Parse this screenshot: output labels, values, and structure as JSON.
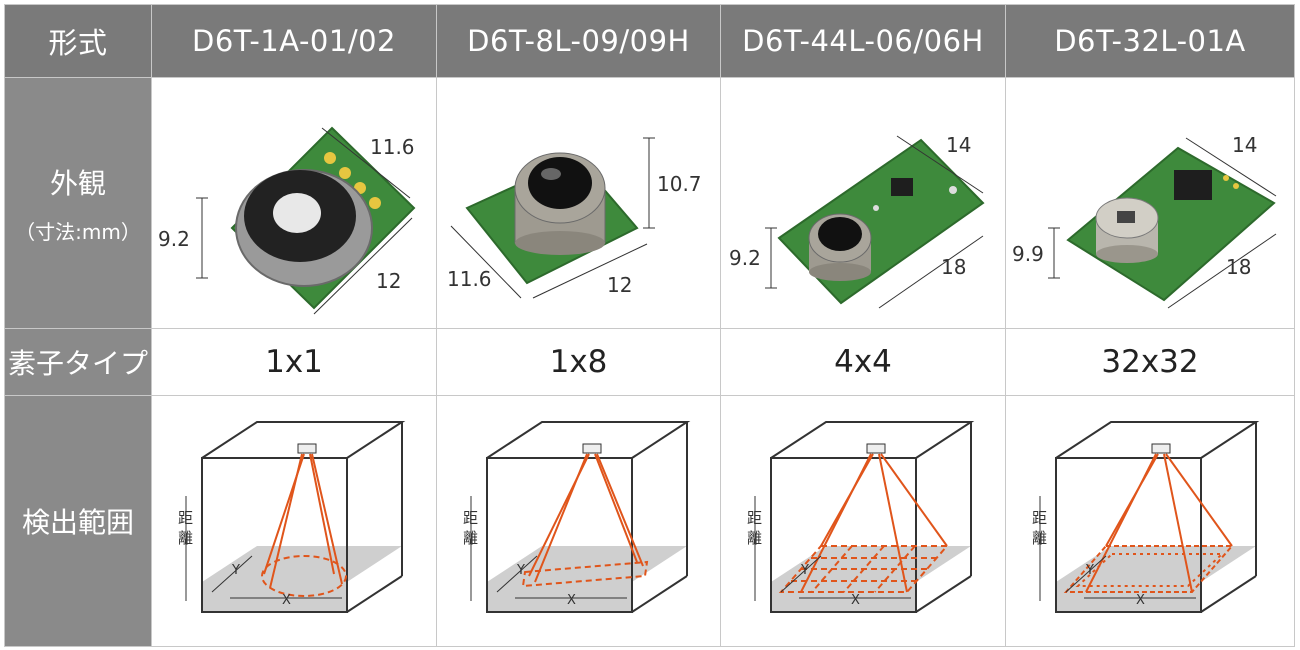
{
  "header": {
    "label": "形式",
    "models": [
      "D6T-1A-01/02",
      "D6T-8L-09/09H",
      "D6T-44L-06/06H",
      "D6T-32L-01A"
    ]
  },
  "rows": {
    "appearance": {
      "label": "外観",
      "sub": "（寸法:mm）"
    },
    "element_type": {
      "label": "素子タイプ",
      "values": [
        "1x1",
        "1x8",
        "4x4",
        "32x32"
      ]
    },
    "detection_range": {
      "label": "検出範囲"
    }
  },
  "dimensions": [
    {
      "top": "11.6",
      "side": "9.2",
      "bottom": "12"
    },
    {
      "top": "11.6",
      "side": "10.7",
      "bottom": "12"
    },
    {
      "top": "14",
      "side": "9.2",
      "bottom": "18"
    },
    {
      "top": "14",
      "side": "9.9",
      "bottom": "18"
    }
  ],
  "diagram_labels": {
    "distance_1": "距",
    "distance_2": "離",
    "x": "X",
    "y": "Y"
  },
  "colors": {
    "header_bg": "#7a7a7a",
    "beam": "#e0551b",
    "pcb": "#3e8a3c",
    "floor": "#cfcfcf"
  }
}
